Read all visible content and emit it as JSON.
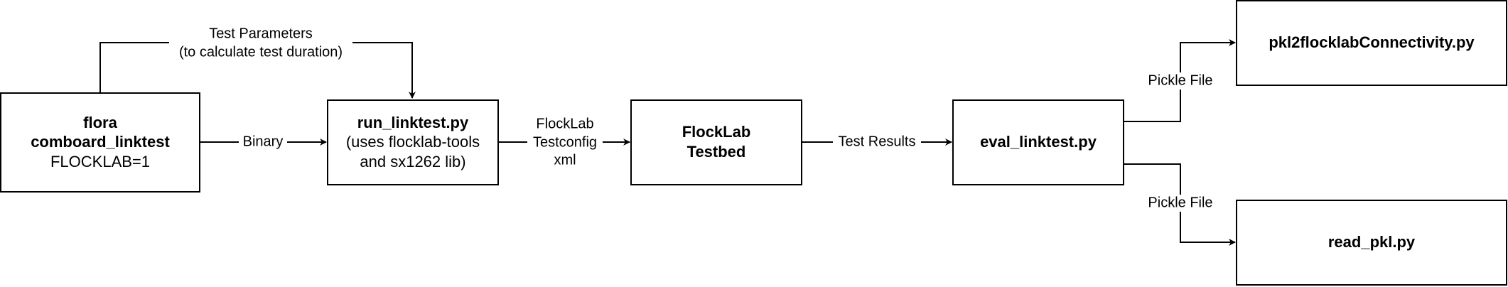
{
  "nodes": {
    "flora": {
      "line1": "flora",
      "line2": "comboard_linktest",
      "line3": "FLOCKLAB=1"
    },
    "run_linktest": {
      "line1": "run_linktest.py",
      "line2": "(uses flocklab-tools",
      "line3": "and sx1262 lib)"
    },
    "flocklab_testbed": {
      "line1": "FlockLab",
      "line2": "Testbed"
    },
    "eval_linktest": {
      "line1": "eval_linktest.py"
    },
    "pkl2flocklab": {
      "line1": "pkl2flocklabConnectivity.py"
    },
    "read_pkl": {
      "line1": "read_pkl.py"
    }
  },
  "edges": {
    "test_parameters": {
      "line1": "Test Parameters",
      "line2": "(to calculate test duration)"
    },
    "binary": {
      "label": "Binary"
    },
    "testconfig": {
      "line1": "FlockLab",
      "line2": "Testconfig",
      "line3": "xml"
    },
    "test_results": {
      "label": "Test Results"
    },
    "pickle_top": {
      "label": "Pickle File"
    },
    "pickle_bottom": {
      "label": "Pickle File"
    }
  }
}
